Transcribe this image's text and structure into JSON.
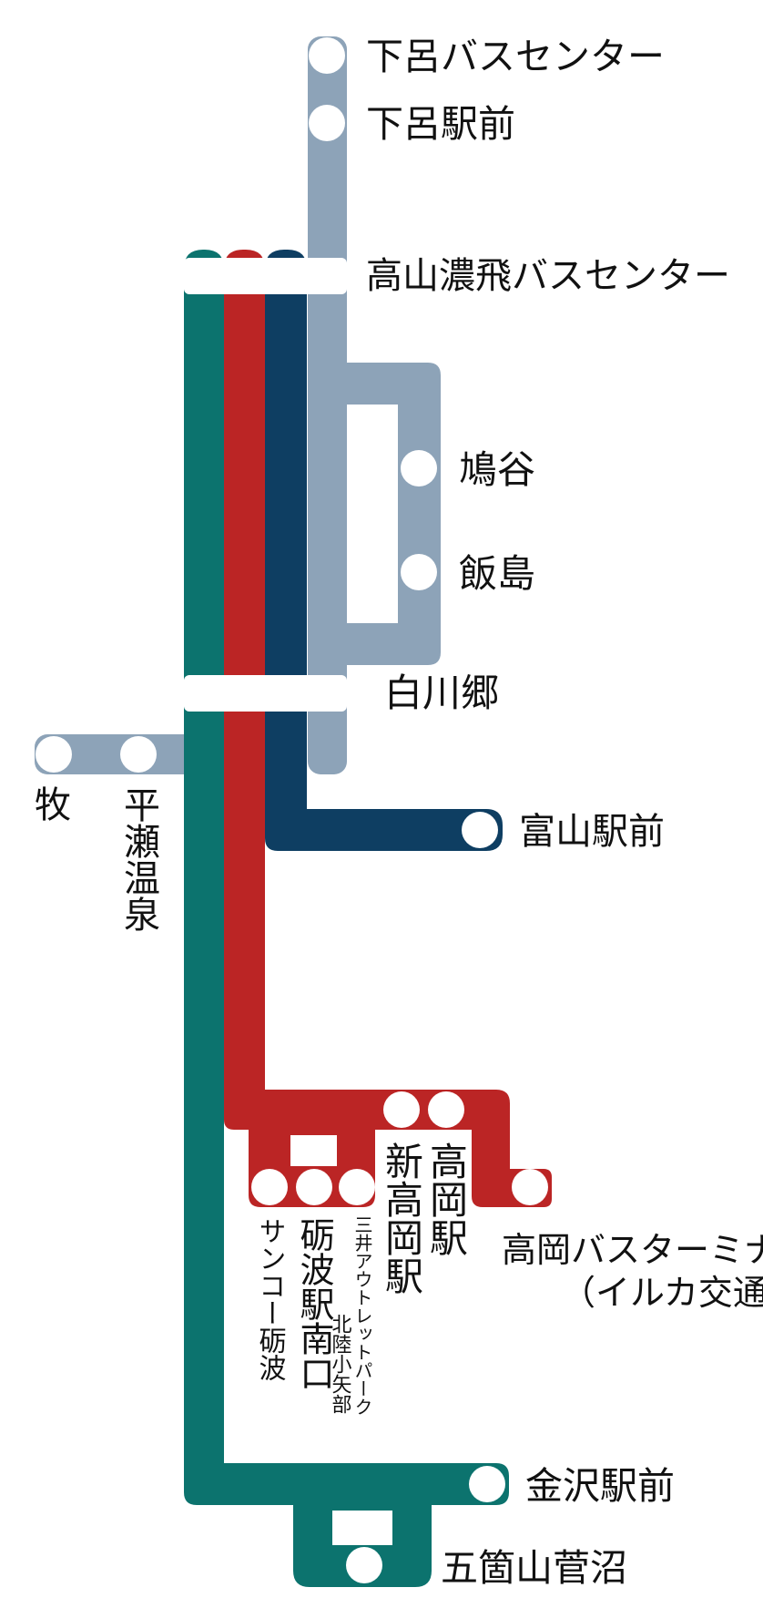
{
  "colors": {
    "gray": "#8DA3B8",
    "green": "#0C736E",
    "red": "#BB2525",
    "navy": "#0E3E62",
    "station": "#FFFFFF",
    "text": "#111111"
  },
  "lines": [
    {
      "name": "gray-route",
      "color": "gray"
    },
    {
      "name": "navy-route",
      "color": "navy"
    },
    {
      "name": "red-route",
      "color": "red"
    },
    {
      "name": "green-route",
      "color": "green"
    }
  ],
  "stations": {
    "gero_bus_center": "下呂バスセンター",
    "gero_ekimae": "下呂駅前",
    "takayama_nohi_bus_center": "高山濃飛バスセンター",
    "hatogaya": "鳩谷",
    "iijima": "飯島",
    "shirakawago": "白川郷",
    "maki": "牧",
    "hirase_onsen": "平瀬温泉",
    "toyama_ekimae": "富山駅前",
    "sanko_tonami": "サンコー砺波",
    "tonami_eki_minamiguchi": "砺波駅南口",
    "mitsui_outlet_park": "三井アウトレットパーク",
    "hokuriku_oyabe": "北陸小矢部",
    "shin_takaoka_eki": "新高岡駅",
    "takaoka_eki": "高岡駅",
    "takaoka_bus_terminal": "高岡バスターミナル",
    "iruka_kotsu": "（イルカ交通）",
    "kanazawa_ekimae": "金沢駅前",
    "gokayama_suganuma": "五箇山菅沼"
  }
}
